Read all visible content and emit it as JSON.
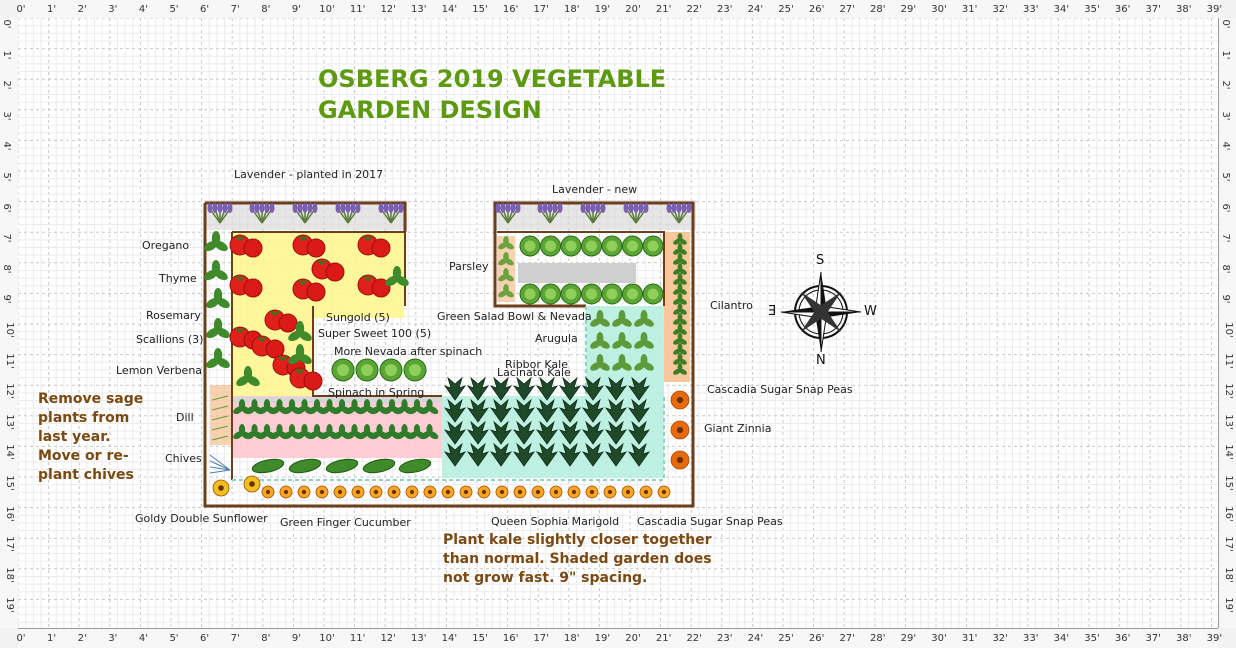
{
  "title": {
    "line1": "OSBERG 2019 VEGETABLE",
    "line2": "GARDEN DESIGN"
  },
  "ruler_labels": [
    "0'",
    "1'",
    "2'",
    "3'",
    "4'",
    "5'",
    "6'",
    "7'",
    "8'",
    "9'",
    "10'",
    "11'",
    "12'",
    "13'",
    "14'",
    "15'",
    "16'",
    "17'",
    "18'",
    "19'",
    "20'",
    "21'",
    "22'",
    "23'",
    "24'",
    "25'",
    "26'",
    "27'",
    "28'",
    "29'",
    "30'",
    "31'",
    "32'",
    "33'",
    "34'",
    "35'",
    "36'",
    "37'",
    "38'",
    "39'"
  ],
  "ruler_labels_vertical": [
    "0'",
    "1'",
    "2'",
    "3'",
    "4'",
    "5'",
    "6'",
    "7'",
    "8'",
    "9'",
    "10'",
    "11'",
    "12'",
    "13'",
    "14'",
    "15'",
    "16'",
    "17'",
    "18'",
    "19'"
  ],
  "plant_labels": {
    "lavender_2017": "Lavender - planted in 2017",
    "lavender_new": "Lavender - new",
    "oregano": "Oregano",
    "thyme": "Thyme",
    "rosemary": "Rosemary",
    "scallions": "Scallions (3)",
    "lemon_verbena": "Lemon Verbena",
    "dill": "Dill",
    "chives": "Chives",
    "goldy": "Goldy Double Sunflower",
    "cucumber": "Green Finger Cucumber",
    "marigold": "Queen Sophia Marigold",
    "peas_bottom": "Cascadia Sugar Snap Peas",
    "peas_right": "Cascadia Sugar Snap Peas",
    "zinnia": "Giant Zinnia",
    "cilantro": "Cilantro",
    "parsley": "Parsley",
    "salad_bowl": "Green Salad Bowl & Nevada",
    "arugula": "Arugula",
    "sungold": "Sungold (5)",
    "super_sweet": "Super Sweet 100 (5)",
    "more_nevada": "More Nevada after spinach",
    "spinach": "Spinach in Spring",
    "ribbor_kale": "Ribbor Kale",
    "lacinato_kale": "Lacinato Kale"
  },
  "notes": {
    "sage": [
      "Remove sage",
      "plants from",
      "last year.",
      "Move or re-",
      "plant chives"
    ],
    "kale": [
      "Plant kale slightly closer together",
      "than normal.  Shaded garden does",
      "not grow fast.  9\" spacing."
    ]
  },
  "compass": {
    "north": "N",
    "south": "S",
    "east": "E",
    "west": "W"
  },
  "colors": {
    "title": "#5e9a11",
    "notes": "#7a4a12",
    "bed_border": "#6b3f1e",
    "tomato_bed": "#fff68a",
    "cucumber_bed": "#ffc8cf",
    "kale_bed": "#b8f0e0",
    "peas_bed": "#f7c190"
  }
}
